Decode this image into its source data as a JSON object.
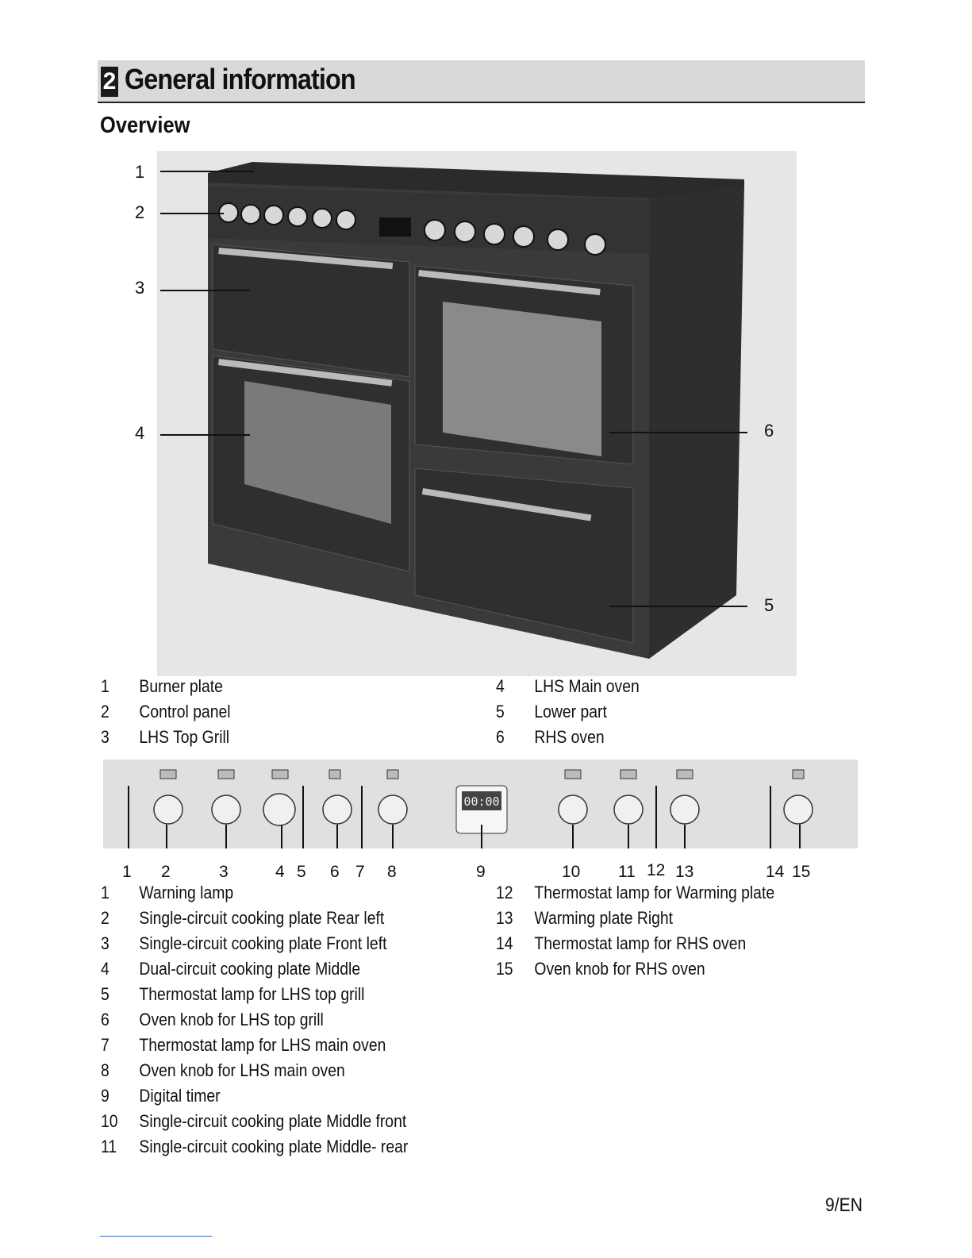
{
  "section": {
    "number": "2",
    "title": "General information"
  },
  "subtitle": "Overview",
  "photo_callouts": [
    "1",
    "2",
    "3",
    "4",
    "6",
    "5"
  ],
  "legend_top": [
    {
      "num": "1",
      "text": "Burner plate"
    },
    {
      "num": "2",
      "text": "Control panel"
    },
    {
      "num": "3",
      "text": "LHS Top Grill"
    },
    {
      "num": "4",
      "text": "LHS Main oven"
    },
    {
      "num": "5",
      "text": "Lower part"
    },
    {
      "num": "6",
      "text": "RHS oven"
    }
  ],
  "panel_numbers": [
    "1",
    "2",
    "3",
    "4",
    "5",
    "6",
    "7",
    "8",
    "9",
    "10",
    "11",
    "12",
    "13",
    "14",
    "15"
  ],
  "timer_display": "00:00",
  "legend_bottom": [
    {
      "num": "1",
      "text": "Warning lamp"
    },
    {
      "num": "2",
      "text": "Single-circuit cooking plate Rear left"
    },
    {
      "num": "3",
      "text": "Single-circuit cooking plate Front left"
    },
    {
      "num": "4",
      "text": "Dual-circuit cooking plate Middle"
    },
    {
      "num": "5",
      "text": "Thermostat lamp for LHS top grill"
    },
    {
      "num": "6",
      "text": "Oven knob for LHS top grill"
    },
    {
      "num": "7",
      "text": "Thermostat lamp for LHS main oven"
    },
    {
      "num": "8",
      "text": "Oven knob for LHS main oven"
    },
    {
      "num": "9",
      "text": "Digital timer"
    },
    {
      "num": "10",
      "text": "Single-circuit cooking plate Middle front"
    },
    {
      "num": "11",
      "text": "Single-circuit cooking plate Middle- rear"
    },
    {
      "num": "12",
      "text": "Thermostat lamp for Warming plate"
    },
    {
      "num": "13",
      "text": "Warming plate Right"
    },
    {
      "num": "14",
      "text": "Thermostat lamp for RHS oven"
    },
    {
      "num": "15",
      "text": "Oven knob for RHS oven"
    }
  ],
  "page_number": "9/EN"
}
